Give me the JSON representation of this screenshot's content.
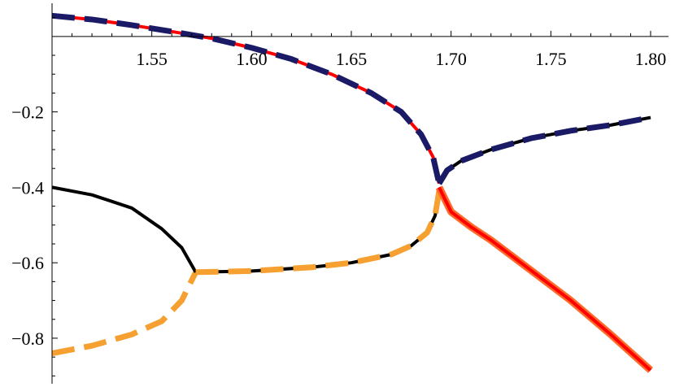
{
  "chart_data": {
    "type": "line",
    "title": "",
    "xlabel": "",
    "ylabel": "",
    "xlim": [
      1.5,
      1.8
    ],
    "ylim": [
      -0.91,
      0.06
    ],
    "x_ticks": [
      {
        "value": 1.55,
        "label": "1.55"
      },
      {
        "value": 1.6,
        "label": "1.60"
      },
      {
        "value": 1.65,
        "label": "1.65"
      },
      {
        "value": 1.7,
        "label": "1.70"
      },
      {
        "value": 1.75,
        "label": "1.75"
      },
      {
        "value": 1.8,
        "label": "1.80"
      }
    ],
    "y_ticks": [
      {
        "value": -0.2,
        "label": "−0.2"
      },
      {
        "value": -0.4,
        "label": "−0.4"
      },
      {
        "value": -0.6,
        "label": "−0.6"
      },
      {
        "value": -0.8,
        "label": "−0.8"
      }
    ],
    "grid": false,
    "series": [
      {
        "color": "#f5a030",
        "width": 7,
        "dash": "28,12",
        "points": [
          [
            1.5,
            -0.84
          ],
          [
            1.52,
            -0.82
          ],
          [
            1.54,
            -0.79
          ],
          [
            1.555,
            -0.755
          ],
          [
            1.565,
            -0.7
          ],
          [
            1.572,
            -0.625
          ]
        ]
      },
      {
        "color": "#000000",
        "width": 4,
        "dash": "",
        "points": [
          [
            1.5,
            -0.4
          ],
          [
            1.52,
            -0.42
          ],
          [
            1.54,
            -0.455
          ],
          [
            1.555,
            -0.51
          ],
          [
            1.565,
            -0.56
          ],
          [
            1.572,
            -0.625
          ]
        ]
      },
      {
        "color": "#000000",
        "width": 4,
        "dash": "",
        "points": [
          [
            1.572,
            -0.625
          ],
          [
            1.6,
            -0.622
          ],
          [
            1.63,
            -0.612
          ],
          [
            1.65,
            -0.6
          ],
          [
            1.67,
            -0.578
          ],
          [
            1.68,
            -0.555
          ],
          [
            1.688,
            -0.52
          ],
          [
            1.692,
            -0.475
          ],
          [
            1.694,
            -0.41
          ]
        ]
      },
      {
        "color": "#f5a030",
        "width": 7,
        "dash": "28,12",
        "points": [
          [
            1.572,
            -0.625
          ],
          [
            1.6,
            -0.622
          ],
          [
            1.63,
            -0.612
          ],
          [
            1.65,
            -0.6
          ],
          [
            1.67,
            -0.578
          ],
          [
            1.68,
            -0.555
          ],
          [
            1.688,
            -0.52
          ],
          [
            1.692,
            -0.475
          ],
          [
            1.694,
            -0.41
          ]
        ]
      },
      {
        "color": "#000000",
        "width": 4,
        "dash": "",
        "points": [
          [
            1.694,
            -0.39
          ],
          [
            1.698,
            -0.355
          ],
          [
            1.705,
            -0.33
          ],
          [
            1.72,
            -0.3
          ],
          [
            1.74,
            -0.27
          ],
          [
            1.76,
            -0.25
          ],
          [
            1.78,
            -0.235
          ],
          [
            1.8,
            -0.215
          ]
        ]
      },
      {
        "color": "#ff0000",
        "width": 4,
        "dash": "",
        "points": [
          [
            1.5,
            0.055
          ],
          [
            1.52,
            0.045
          ],
          [
            1.54,
            0.03
          ],
          [
            1.56,
            0.013
          ],
          [
            1.58,
            -0.005
          ],
          [
            1.6,
            -0.03
          ],
          [
            1.62,
            -0.06
          ],
          [
            1.64,
            -0.1
          ],
          [
            1.66,
            -0.15
          ],
          [
            1.675,
            -0.2
          ],
          [
            1.685,
            -0.26
          ],
          [
            1.691,
            -0.32
          ],
          [
            1.694,
            -0.39
          ]
        ]
      },
      {
        "color": "#ff6a2a",
        "width": 9,
        "dash": "",
        "points": [
          [
            1.694,
            -0.4
          ],
          [
            1.7,
            -0.465
          ],
          [
            1.71,
            -0.505
          ],
          [
            1.72,
            -0.54
          ],
          [
            1.74,
            -0.62
          ],
          [
            1.76,
            -0.7
          ],
          [
            1.78,
            -0.79
          ],
          [
            1.8,
            -0.885
          ]
        ]
      },
      {
        "color": "#ff0000",
        "width": 4,
        "dash": "",
        "points": [
          [
            1.694,
            -0.4
          ],
          [
            1.7,
            -0.465
          ],
          [
            1.71,
            -0.505
          ],
          [
            1.72,
            -0.54
          ],
          [
            1.74,
            -0.62
          ],
          [
            1.76,
            -0.7
          ],
          [
            1.78,
            -0.79
          ],
          [
            1.8,
            -0.885
          ]
        ]
      },
      {
        "color": "#1a1a66",
        "width": 7,
        "dash": "28,12",
        "points": [
          [
            1.5,
            0.055
          ],
          [
            1.52,
            0.045
          ],
          [
            1.54,
            0.03
          ],
          [
            1.56,
            0.013
          ],
          [
            1.58,
            -0.005
          ],
          [
            1.6,
            -0.03
          ],
          [
            1.62,
            -0.06
          ],
          [
            1.64,
            -0.1
          ],
          [
            1.66,
            -0.15
          ],
          [
            1.675,
            -0.2
          ],
          [
            1.685,
            -0.26
          ],
          [
            1.691,
            -0.32
          ],
          [
            1.694,
            -0.39
          ]
        ]
      },
      {
        "color": "#1a1a66",
        "width": 7,
        "dash": "28,12",
        "points": [
          [
            1.694,
            -0.39
          ],
          [
            1.698,
            -0.355
          ],
          [
            1.705,
            -0.33
          ],
          [
            1.72,
            -0.3
          ],
          [
            1.74,
            -0.27
          ],
          [
            1.76,
            -0.25
          ],
          [
            1.78,
            -0.235
          ],
          [
            1.8,
            -0.215
          ]
        ]
      }
    ]
  }
}
